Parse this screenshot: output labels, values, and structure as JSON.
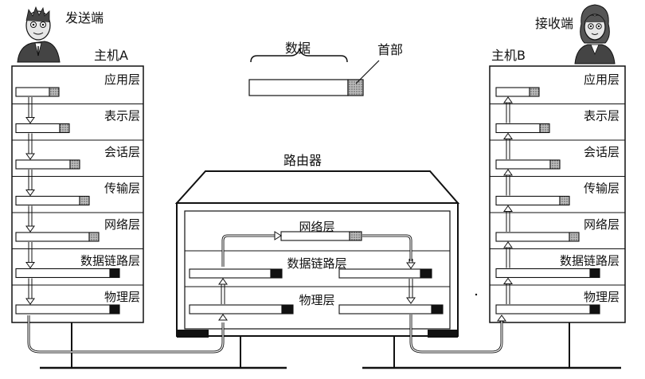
{
  "labels": {
    "sender": "发送端",
    "receiver": "接收端",
    "host_a": "主机A",
    "host_b": "主机B",
    "router": "路由器",
    "legend_data": "数据",
    "legend_header": "首部"
  },
  "host_layers": [
    "应用层",
    "表示层",
    "会话层",
    "传输层",
    "网络层",
    "数据链路层",
    "物理层"
  ],
  "router_layers": [
    "网络层",
    "数据链路层",
    "物理层"
  ],
  "colors": {
    "line": "#111111",
    "header_fill": "#777777",
    "trailer_fill": "#111111",
    "arrow_fill": "#ffffff",
    "face_fill": "#e6e6e6"
  }
}
